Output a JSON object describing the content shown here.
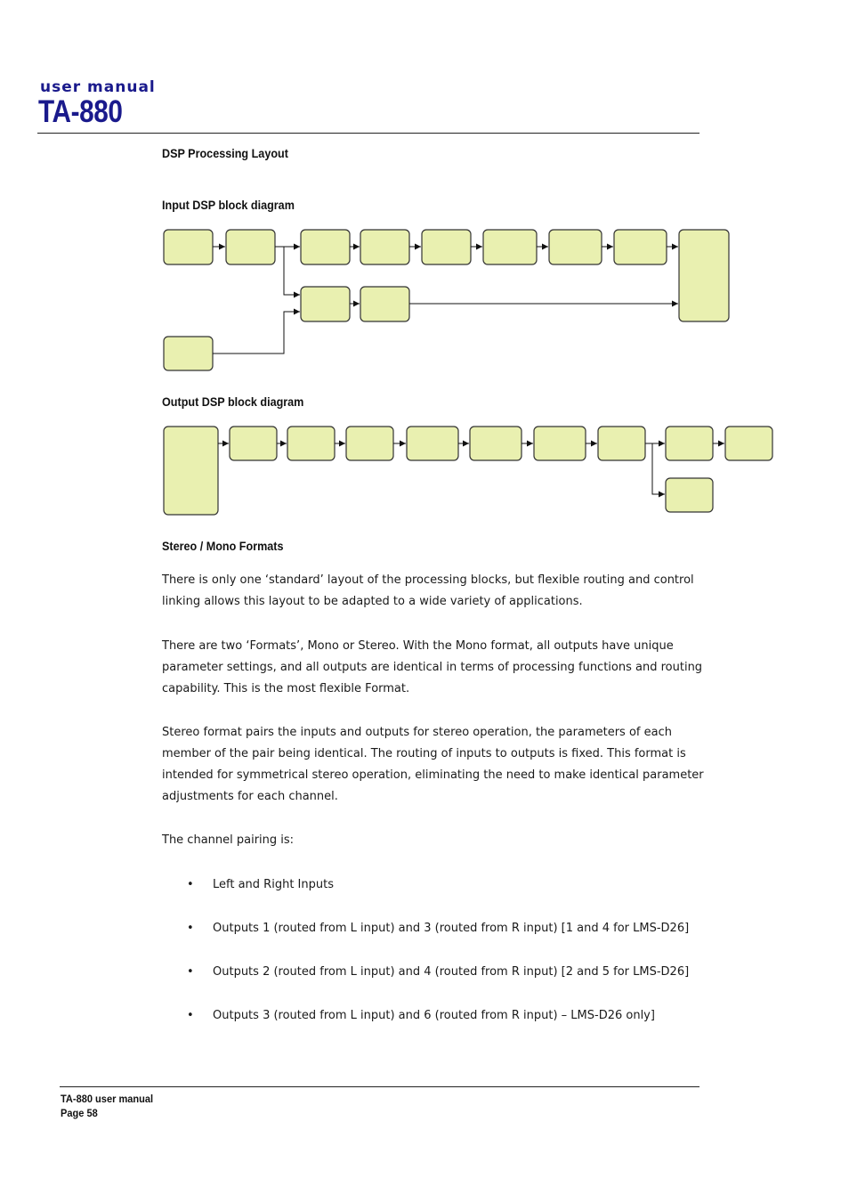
{
  "header": {
    "subtitle": "user manual",
    "title": "TA-880"
  },
  "sections": {
    "dsp_layout": "DSP Processing Layout",
    "input_diagram": "Input DSP block diagram",
    "output_diagram": "Output DSP block diagram",
    "stereo_mono": "Stereo / Mono Formats"
  },
  "paragraphs": [
    "There is only one ‘standard’ layout of the processing blocks, but flexible routing and control linking allows this layout to be adapted to a wide variety of applications.",
    "There are two ‘Formats’, Mono or Stereo. With the Mono format, all outputs have unique parameter settings, and all outputs are identical in terms of processing functions and routing capability. This is the most flexible Format.",
    "Stereo format pairs the inputs and outputs for stereo operation, the parameters of each member of the pair being identical. The routing of inputs to outputs is fixed. This format is intended for symmetrical stereo operation, eliminating the need to make identical parameter adjustments for each channel.",
    "The channel pairing is:"
  ],
  "bullets": [
    "Left and Right Inputs",
    "Outputs 1 (routed from L input) and 3 (routed from R input) [1 and 4 for LMS-D26]",
    "Outputs 2 (routed from L input) and 4 (routed from R input) [2 and 5 for LMS-D26]",
    "Outputs 3 (routed from L input) and 6 (routed from R input) – LMS-D26 only]"
  ],
  "bullet_symbol": "•",
  "footer": {
    "manual": "TA-880 user manual",
    "page": "Page 58"
  },
  "colors": {
    "brand": "#1a1a8c",
    "block_fill": "#e9f0b0"
  }
}
